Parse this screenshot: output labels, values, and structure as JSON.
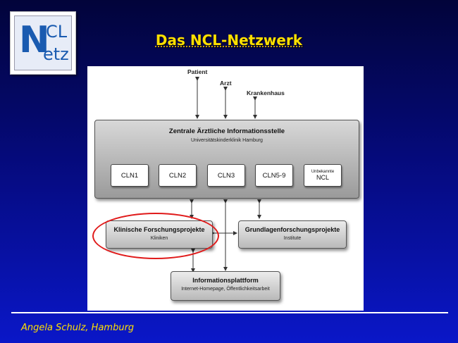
{
  "logo": {
    "n": "N",
    "cl": "CL",
    "etz": "etz"
  },
  "title": "Das NCL-Netzwerk",
  "diagram": {
    "top_labels": {
      "patient": "Patient",
      "arzt": "Arzt",
      "krankenhaus": "Krankenhaus"
    },
    "zentrale": {
      "title": "Zentrale Ärztliche Informationsstelle",
      "subtitle": "Universitätskinderklinik Hamburg",
      "cln": [
        "CLN1",
        "CLN2",
        "CLN3",
        "CLN5-9"
      ],
      "unbekannte_small": "Unbekannte",
      "unbekannte_big": "NCL"
    },
    "klinische": {
      "title": "Klinische Forschungsprojekte",
      "subtitle": "Kliniken"
    },
    "grundlagen": {
      "title": "Grundlagenforschungsprojekte",
      "subtitle": "Institute"
    },
    "info": {
      "title": "Informationsplattform",
      "subtitle": "Internet-Homepage, Öffentlichkeitsarbeit"
    },
    "highlight_color": "#e01a1a"
  },
  "footer": "Angela Schulz, Hamburg"
}
